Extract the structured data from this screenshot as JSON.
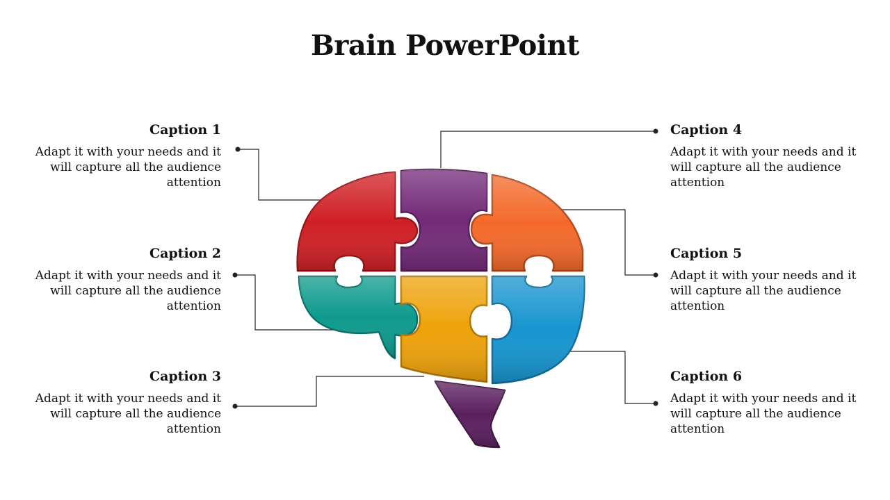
{
  "title": "Brain PowerPoint",
  "captions": [
    {
      "title": "Caption 1",
      "text": "Adapt it with your needs and it will capture all the audience attention"
    },
    {
      "title": "Caption 2",
      "text": "Adapt it with your needs and it will capture all the audience attention"
    },
    {
      "title": "Caption 3",
      "text": "Adapt it with your needs and it will capture all the audience attention"
    },
    {
      "title": "Caption 4",
      "text": "Adapt it with your needs and it will capture all the audience attention"
    },
    {
      "title": "Caption 5",
      "text": "Adapt it with your needs and it will capture all the audience attention"
    },
    {
      "title": "Caption 6",
      "text": "Adapt it with your needs and it will capture all the audience attention"
    }
  ],
  "puzzle_pieces": [
    {
      "name": "red",
      "color": "#d01f24"
    },
    {
      "name": "purple",
      "color": "#732a78"
    },
    {
      "name": "orange",
      "color": "#f4692a"
    },
    {
      "name": "teal",
      "color": "#0d9a8d"
    },
    {
      "name": "yellow",
      "color": "#eea20a"
    },
    {
      "name": "blue",
      "color": "#1695d0"
    },
    {
      "name": "stem",
      "color": "#5a1f5e"
    }
  ],
  "line_color": "#222222"
}
